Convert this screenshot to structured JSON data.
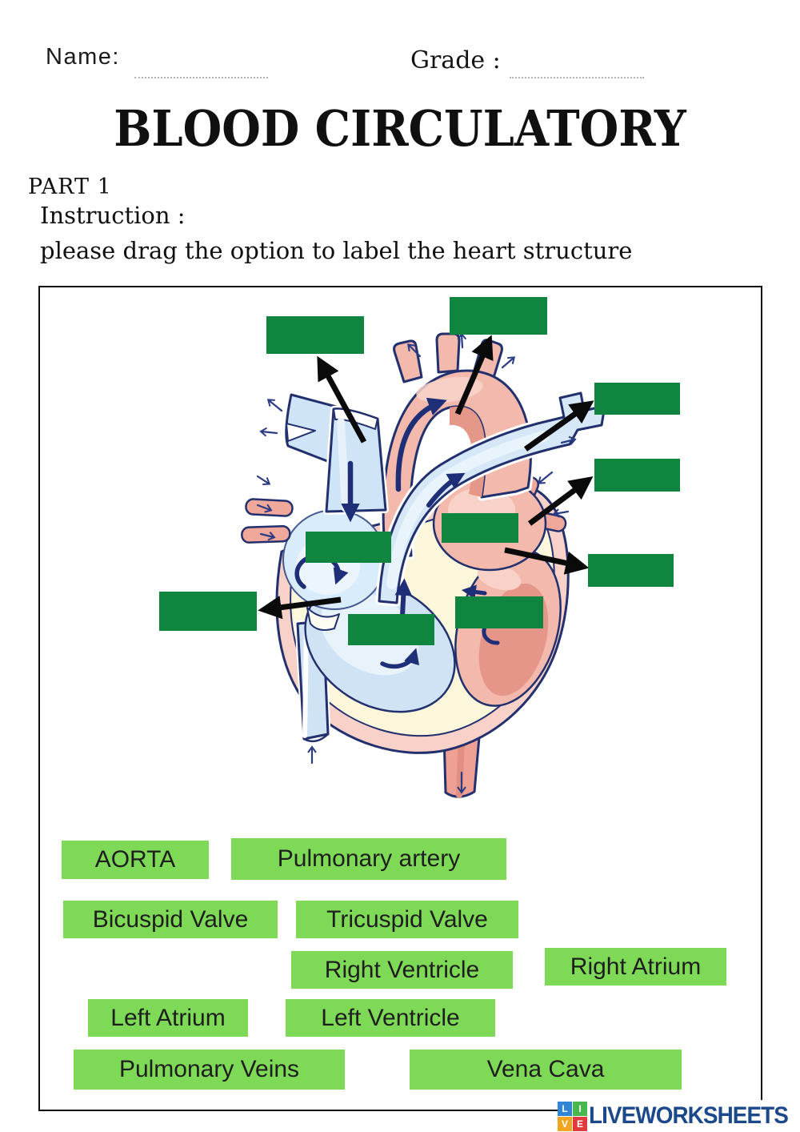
{
  "header": {
    "name_label": "Name:",
    "grade_label": "Grade :"
  },
  "title": "BLOOD CIRCULATORY",
  "part_label": "PART 1",
  "instruction": {
    "heading": "Instruction :",
    "body": "please drag the option to label the heart structure"
  },
  "word_bank": {
    "items": [
      {
        "label": "AORTA"
      },
      {
        "label": "Pulmonary artery"
      },
      {
        "label": "Bicuspid Valve"
      },
      {
        "label": "Tricuspid Valve"
      },
      {
        "label": "Right Ventricle"
      },
      {
        "label": "Right Atrium"
      },
      {
        "label": "Left Atrium"
      },
      {
        "label": "Left Ventricle"
      },
      {
        "label": "Pulmonary Veins"
      },
      {
        "label": "Vena Cava"
      }
    ]
  },
  "drop_zones": {
    "count": 10
  },
  "logo": {
    "squares": [
      {
        "letter": "L",
        "color": "#2f86d6"
      },
      {
        "letter": "I",
        "color": "#49b64e"
      },
      {
        "letter": "V",
        "color": "#f0a71f"
      },
      {
        "letter": "E",
        "color": "#e03a3f"
      }
    ],
    "text": "LIVEWORKSHEETS"
  },
  "colors": {
    "drop_box_green": "#0f8540",
    "word_chip_green": "#7ed957",
    "outline_navy": "#22306e",
    "flow_arrow_navy": "#1e2f78",
    "pointer_arrow_black": "#0a0a0a"
  }
}
